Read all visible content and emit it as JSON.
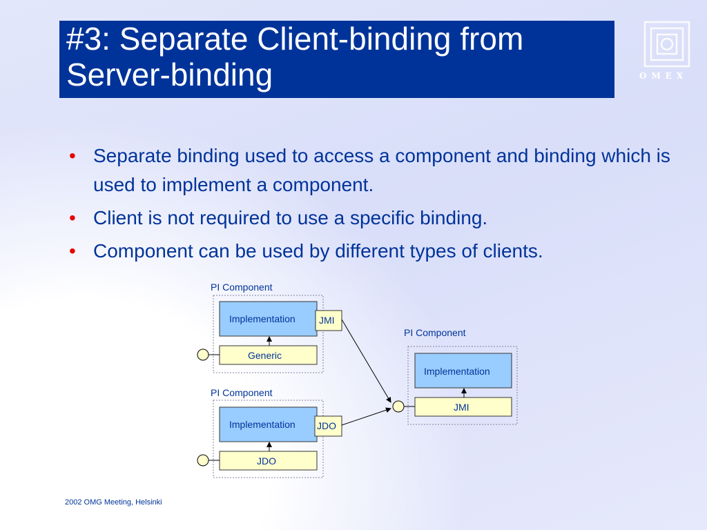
{
  "slide": {
    "title": "#3: Separate Client-binding from Server-binding",
    "logo_text": "OMEX",
    "bullets": [
      "Separate binding used to access a component and binding which is used to implement a component.",
      "Client is not required to use a specific binding.",
      "Component can be used by different types of clients."
    ],
    "footer": "2002 OMG Meeting, Helsinki"
  },
  "diagram": {
    "component_top": {
      "label": "PI Component",
      "implementation": "Implementation",
      "port": "JMI",
      "binding": "Generic"
    },
    "component_bottom": {
      "label": "PI Component",
      "implementation": "Implementation",
      "port": "JDO",
      "binding": "JDO"
    },
    "component_right": {
      "label": "PI Component",
      "implementation": "Implementation",
      "binding": "JMI"
    }
  },
  "colors": {
    "title_bg": "#003399",
    "text": "#003399",
    "bullet": "#e60000",
    "implementation_fill": "#99ccff",
    "binding_fill": "#ffffcc"
  }
}
